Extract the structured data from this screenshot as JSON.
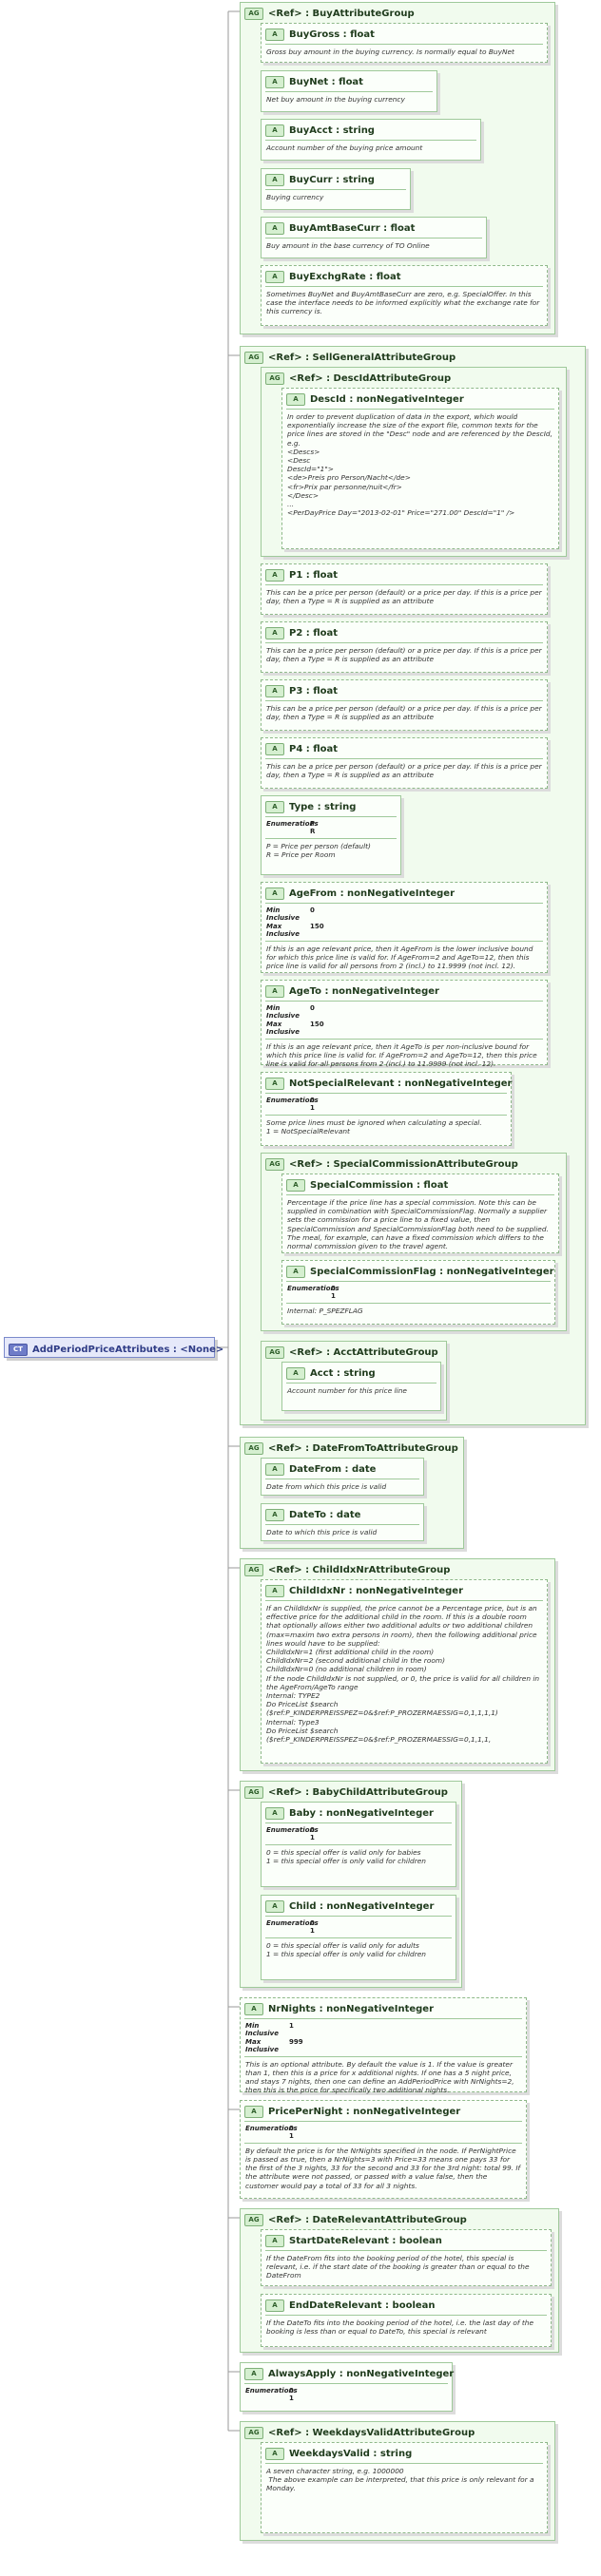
{
  "root": {
    "tag": "CT",
    "label": "AddPeriodPriceAttributes : <None>"
  },
  "nodes": {
    "g_buy": {
      "tag": "AG",
      "title": "<Ref>      : BuyAttributeGroup"
    },
    "buygross": {
      "tag": "A",
      "title": "BuyGross : float",
      "doc": "Gross buy amount in the buying currency. Is normally equal to BuyNet"
    },
    "buynet": {
      "tag": "A",
      "title": "BuyNet  : float",
      "doc": "Net buy amount in the buying currency"
    },
    "buyacct": {
      "tag": "A",
      "title": "BuyAcct : string",
      "doc": "Account number of the buying price amount"
    },
    "buycurr": {
      "tag": "A",
      "title": "BuyCurr : string",
      "doc": "Buying currency"
    },
    "buyamtbase": {
      "tag": "A",
      "title": "BuyAmtBaseCurr : float",
      "doc": "Buy amount in the base currency of TO Online"
    },
    "buyexchg": {
      "tag": "A",
      "title": "BuyExchgRate : float",
      "doc": "Sometimes BuyNet and BuyAmtBaseCurr are zero, e.g. SpecialOffer. In this case the interface needs to be informed explicitly what the exchange rate for this currency is."
    },
    "g_sell": {
      "tag": "AG",
      "title": "<Ref>      : SellGeneralAttributeGroup"
    },
    "g_desc": {
      "tag": "AG",
      "title": "<Ref>      : DescIdAttributeGroup"
    },
    "descid": {
      "tag": "A",
      "title": "DescId    : nonNegativeInteger",
      "doc": "In order to prevent duplication of data in the export, which would exponentially increase the size of the export file, common texts for the price lines are stored in the \"Desc\" node and are referenced by the DescId, e.g.\n<Descs>\n<Desc\nDescId=\"1\">\n<de>Preis pro Person/Nacht</de>\n<fr>Prix par personne/nuit</fr>\n</Desc>\n...\n<PerDayPrice Day=\"2013-02-01\" Price=\"271.00\" DescId=\"1\" />"
    },
    "p1": {
      "tag": "A",
      "title": "P1          : float",
      "doc": "This can be a price per person (default) or a price per day. If this is a price per day, then a Type = R is supplied as an attribute"
    },
    "p2": {
      "tag": "A",
      "title": "P2          : float",
      "doc": "This can be a price per person (default) or a price per day. If this is a price per day, then a Type = R is supplied as an attribute"
    },
    "p3": {
      "tag": "A",
      "title": "P3          : float",
      "doc": "This can be a price per person (default) or a price per day. If this is a price per day, then a Type = R is supplied as an attribute"
    },
    "p4": {
      "tag": "A",
      "title": "P4          : float",
      "doc": "This can be a price per person (default) or a price per day. If this is a price per day, then a Type = R is supplied as an attribute"
    },
    "type": {
      "tag": "A",
      "title": "Type      : string",
      "facets": [
        {
          "name": "Enumerations",
          "value": "P"
        },
        {
          "name": "",
          "value": "R"
        }
      ],
      "doc": "P = Price per person (default)\nR = Price per Room"
    },
    "agefrom": {
      "tag": "A",
      "title": "AgeFrom : nonNegativeInteger",
      "facets": [
        {
          "name": "Min Inclusive",
          "value": "0"
        },
        {
          "name": "Max Inclusive",
          "value": "150"
        }
      ],
      "doc": "If this is an age relevant price, then it AgeFrom is the lower inclusive bound for which this price line is valid for. If AgeFrom=2 and AgeTo=12, then this price line is valid for all persons from 2 (incl.) to 11.9999 (not incl. 12)."
    },
    "ageto": {
      "tag": "A",
      "title": "AgeTo     : nonNegativeInteger",
      "facets": [
        {
          "name": "Min Inclusive",
          "value": "0"
        },
        {
          "name": "Max Inclusive",
          "value": "150"
        }
      ],
      "doc": "If this is an age relevant price, then it AgeTo is per non-inclusive bound for which this price line is valid for. If AgeFrom=2 and AgeTo=12, then this price line is valid for all persons from 2 (incl.) to 11.9999 (not incl. 12)."
    },
    "notspecial": {
      "tag": "A",
      "title": "NotSpecialRelevant : nonNegativeInteger",
      "facets": [
        {
          "name": "Enumerations",
          "value": "0"
        },
        {
          "name": "",
          "value": "1"
        }
      ],
      "doc": "Some price lines must be ignored when calculating a special.\n1 = NotSpecialRelevant"
    },
    "g_spcomm": {
      "tag": "AG",
      "title": "<Ref>      : SpecialCommissionAttributeGroup"
    },
    "spcomm": {
      "tag": "A",
      "title": "SpecialCommission : float",
      "doc": "Percentage if the price line has a special commission. Note this can be supplied in combination with SpecialCommissionFlag. Normally a supplier sets the commission for a price line to a fixed value, then SpecialCommission and SpecialCommissionFlag both need to be supplied. The meal, for example, can have a fixed commission which differs to the normal commission given to the travel agent."
    },
    "spcommflag": {
      "tag": "A",
      "title": "SpecialCommissionFlag : nonNegativeInteger",
      "facets": [
        {
          "name": "Enumerations",
          "value": "0"
        },
        {
          "name": "",
          "value": "1"
        }
      ],
      "doc": "Internal: P_SPEZFLAG"
    },
    "g_acct": {
      "tag": "AG",
      "title": "<Ref>      : AcctAttributeGroup"
    },
    "acct": {
      "tag": "A",
      "title": "Acct        : string",
      "doc": "Account number for this price line"
    },
    "g_datefrom": {
      "tag": "AG",
      "title": "<Ref>      : DateFromToAttributeGroup"
    },
    "datefrom": {
      "tag": "A",
      "title": "DateFrom : date",
      "doc": "Date from which this price is valid"
    },
    "dateto": {
      "tag": "A",
      "title": "DateTo    : date",
      "doc": "Date to which this price is valid"
    },
    "g_childidx": {
      "tag": "AG",
      "title": "<Ref>      : ChildIdxNrAttributeGroup"
    },
    "childidx": {
      "tag": "A",
      "title": "ChildIdxNr : nonNegativeInteger",
      "doc": "If an ChildIdxNr is supplied, the price cannot be a Percentage price, but is an effective price for the additional child in the room. If this is a double room that optionally allows either two additional adults or two additional children (max=maxim two extra persons in room), then the following additional price lines would have to be supplied:\nChildIdxNr=1 (first additional child in the room)\nChildIdxNr=2 (second additional child in the room)\nChildIdxNr=0 (no additional children in room)\nIf the node ChildIdxNr is not supplied, or 0, the price is valid for all children in the AgeFrom/AgeTo range\nInternal: TYPE2\nDo PriceList $search\n($ref:P_KINDERPREISSPEZ=0&$ref:P_PROZERMAESSIG=0,1,1,1,1)\nInternal: Type3\nDo PriceList $search\n($ref:P_KINDERPREISSPEZ=0&$ref:P_PROZERMAESSIG=0,1,1,1,"
    },
    "g_babychild": {
      "tag": "AG",
      "title": "<Ref>      : BabyChildAttributeGroup"
    },
    "baby": {
      "tag": "A",
      "title": "Baby       : nonNegativeInteger",
      "facets": [
        {
          "name": "Enumerations",
          "value": "0"
        },
        {
          "name": "",
          "value": "1"
        }
      ],
      "doc": "0 = this special offer is valid only for babies\n1 = this special offer is only valid for children"
    },
    "child": {
      "tag": "A",
      "title": "Child      : nonNegativeInteger",
      "facets": [
        {
          "name": "Enumerations",
          "value": "0"
        },
        {
          "name": "",
          "value": "1"
        }
      ],
      "doc": "0 = this special offer is valid only for adults\n1 = this special offer is only valid for children"
    },
    "nrnights": {
      "tag": "A",
      "title": "NrNights : nonNegativeInteger",
      "facets": [
        {
          "name": "Min Inclusive",
          "value": "1"
        },
        {
          "name": "Max Inclusive",
          "value": "999"
        }
      ],
      "doc": "This is an optional attribute. By default the value is 1. If the value is greater than 1, then this is a price for x additional nights. If one has a 5 night price, and stays 7 nights, then one can define an AddPeriodPrice with NrNights=2, then this is the price for specifically two additional nights."
    },
    "pricepernight": {
      "tag": "A",
      "title": "PricePerNight : nonNegativeInteger",
      "facets": [
        {
          "name": "Enumerations",
          "value": "0"
        },
        {
          "name": "",
          "value": "1"
        }
      ],
      "doc": "By default the price is for the NrNights specified in the node. If PerNightPrice is passed as true, then a NrNights=3 with Price=33 means one pays 33 for the first of the 3 nights, 33 for the second and 33 for the 3rd night: total 99. If the attribute were not passed, or passed with a value false, then the customer would pay a total of 33 for all 3 nights."
    },
    "g_daterel": {
      "tag": "AG",
      "title": "<Ref>      : DateRelevantAttributeGroup"
    },
    "startrel": {
      "tag": "A",
      "title": "StartDateRelevant : boolean",
      "doc": "If the DateFrom fits into the booking period of the hotel, this special is relevant, i.e. if the start date of the booking is greater than or equal to the DateFrom"
    },
    "endrel": {
      "tag": "A",
      "title": "EndDateRelevant : boolean",
      "doc": "If the DateTo fits into the booking period of the hotel, i.e. the last day of the booking is less than or equal to DateTo, this special is relevant"
    },
    "alwaysapply": {
      "tag": "A",
      "title": "AlwaysApply : nonNegativeInteger",
      "facets": [
        {
          "name": "Enumerations",
          "value": "0"
        },
        {
          "name": "",
          "value": "1"
        }
      ]
    },
    "g_weekdays": {
      "tag": "AG",
      "title": "<Ref>      : WeekdaysValidAttributeGroup"
    },
    "weekdays": {
      "tag": "A",
      "title": "WeekdaysValid : string",
      "doc": "A seven character string, e.g. 1000000\n The above example can be interpreted, that this price is only relevant for a Monday."
    }
  }
}
